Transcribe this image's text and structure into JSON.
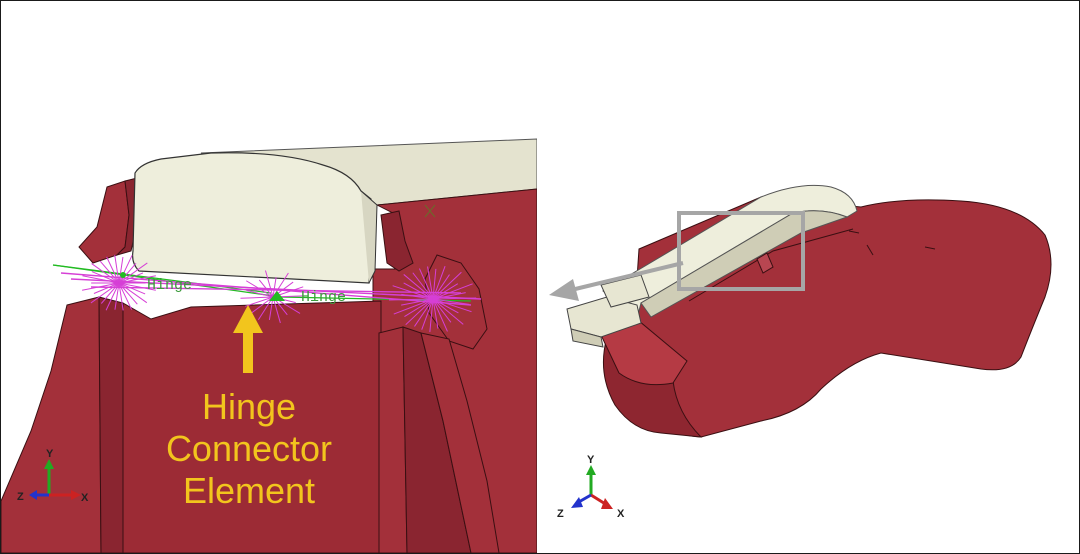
{
  "colors": {
    "body_red": "#a3303a",
    "body_red_dark": "#7d1f28",
    "cream": "#eeeedc",
    "hinge_magenta": "#d63fd6",
    "hinge_green": "#22bb22",
    "callout_yellow": "#f2c51d",
    "highlight_gray": "#a6a6a6"
  },
  "left_view": {
    "hinge_label_1": "Hinge",
    "hinge_label_2": "Hinge",
    "callout": {
      "line1": "Hinge",
      "line2": "Connector",
      "line3": "Element"
    },
    "triad": {
      "y": "Y",
      "z": "Z",
      "x": "X"
    }
  },
  "right_view": {
    "triad": {
      "y": "Y",
      "z": "Z",
      "x": "X"
    }
  }
}
